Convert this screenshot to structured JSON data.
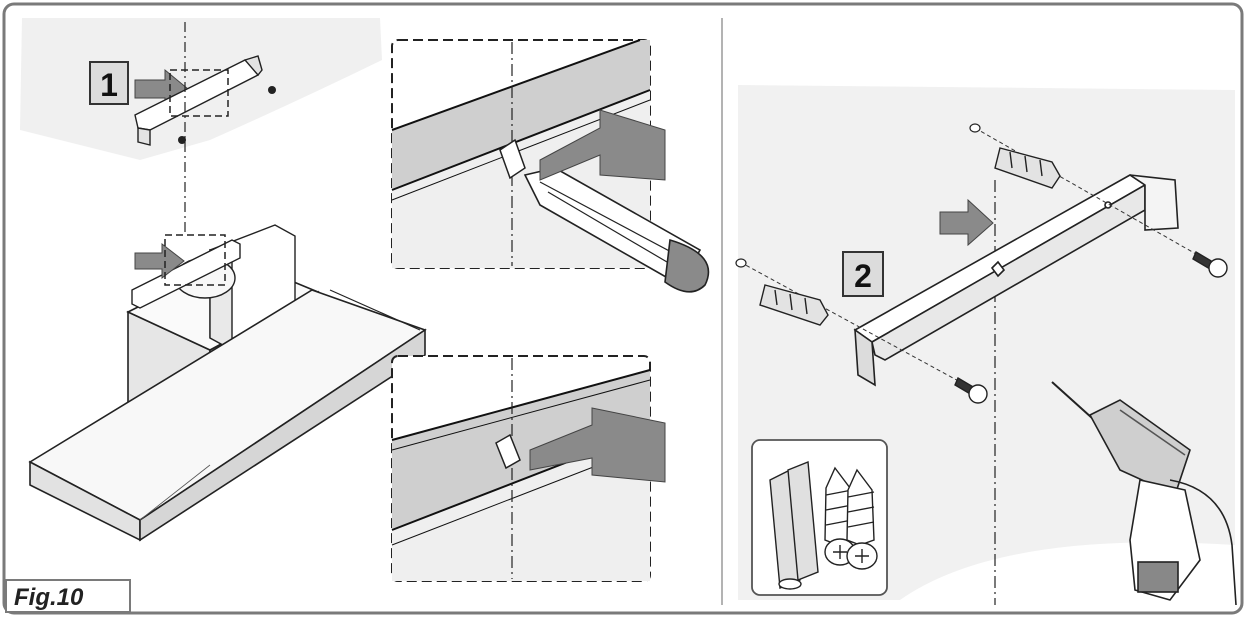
{
  "figure": {
    "caption": "Fig.10",
    "step_labels": [
      "1",
      "2"
    ]
  },
  "colors": {
    "frame": "#7a7a7a",
    "panel_fill": "#f1f1f1",
    "arrow_gray": "#8a8a8a",
    "zoom_fill": "#cfcfcf",
    "label_box": "#dcdcdc",
    "line": "#1a1a1a"
  },
  "icons": [
    "arrow-icon",
    "screwdriver-icon",
    "wall-plug-icon",
    "screw-icon",
    "drill-icon"
  ]
}
